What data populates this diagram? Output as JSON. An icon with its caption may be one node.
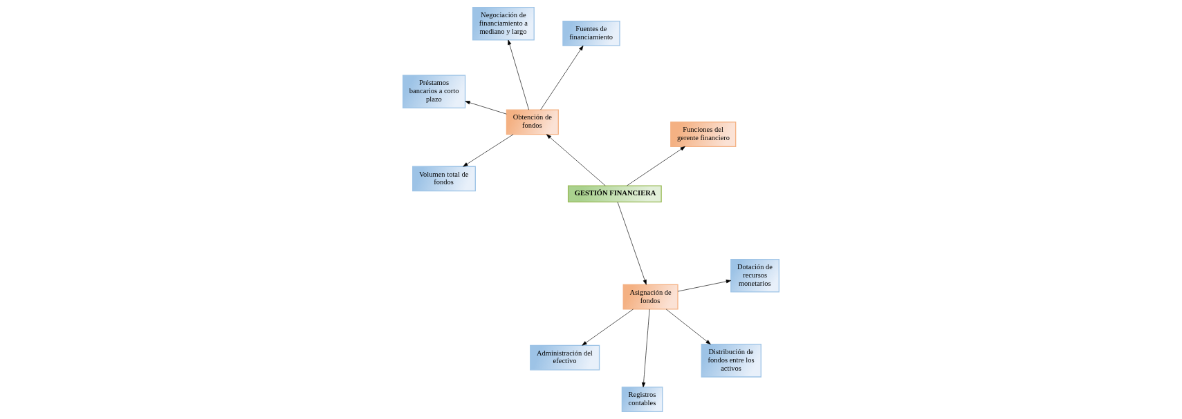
{
  "diagram": {
    "nodes": [
      {
        "text": [
          "GESTIÓN FINANCIERA"
        ]
      },
      {
        "text": [
          "Funciones del gerente financiero"
        ]
      },
      {
        "text": [
          "Asignación de fondos"
        ]
      },
      {
        "text": [
          "Obtención de fondos"
        ]
      },
      {
        "text": [
          "Distribución de fondos entre los activos"
        ]
      },
      {
        "text": [
          "Dotación de recursos monetarios"
        ]
      },
      {
        "text": [
          "Administración del efectivo"
        ]
      },
      {
        "text": [
          "Registros contables"
        ]
      },
      {
        "text": [
          "Volumen total de fondos"
        ]
      },
      {
        "text": [
          "Fuentes de financiamiento"
        ]
      },
      {
        "text": [
          "Negociación de financiamiento a mediano y largo"
        ]
      },
      {
        "text": [
          "Préstamos bancarios a corto plazo"
        ]
      }
    ],
    "edges": [
      {
        "from": 0,
        "to": 1,
        "arrow": "to"
      },
      {
        "from": 0,
        "to": 2,
        "arrow": "to"
      },
      {
        "from": 0,
        "to": 3,
        "arrow": "to"
      },
      {
        "from": 2,
        "to": 4,
        "arrow": "to"
      },
      {
        "from": 2,
        "to": 5,
        "arrow": "to"
      },
      {
        "from": 2,
        "to": 6,
        "arrow": "to"
      },
      {
        "from": 2,
        "to": 7,
        "arrow": "to"
      },
      {
        "from": 3,
        "to": 8,
        "arrow": "to"
      },
      {
        "from": 3,
        "to": 9,
        "arrow": "to"
      },
      {
        "from": 3,
        "to": 10,
        "arrow": "to"
      },
      {
        "from": 3,
        "to": 11,
        "arrow": "to"
      }
    ]
  }
}
